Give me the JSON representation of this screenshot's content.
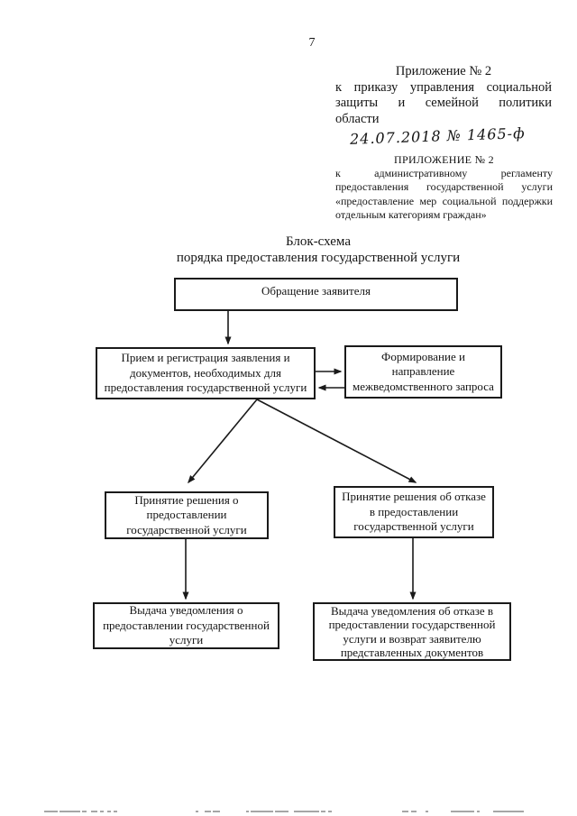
{
  "page": {
    "number": "7"
  },
  "header": {
    "appendix1": {
      "title": "Приложение № 2",
      "lines": [
        "к приказу управления социальной",
        "защиты и семейной политики",
        "области"
      ],
      "handwritten": "24.07.2018 № 1465-ф"
    },
    "appendix2": {
      "title": "ПРИЛОЖЕНИЕ № 2",
      "lines": [
        "к административному регламенту",
        "предоставления государственной услуги",
        "«предоставление мер социальной поддержки",
        "отдельным категориям граждан»"
      ]
    }
  },
  "diagram": {
    "title_line1": "Блок-схема",
    "title_line2": "порядка предоставления государственной услуги",
    "boxes": {
      "applicant": {
        "lines": [
          "Обращение заявителя"
        ]
      },
      "reception": {
        "lines": [
          "Прием и регистрация заявления и",
          "документов, необходимых для",
          "предоставления государственной услуги"
        ]
      },
      "interagency": {
        "lines": [
          "Формирование и",
          "направление",
          "межведомственного запроса"
        ]
      },
      "decision_grant": {
        "lines": [
          "Принятие решения о",
          "предоставлении",
          "государственной услуги"
        ]
      },
      "decision_refuse": {
        "lines": [
          "Принятие решения об отказе",
          "в предоставлении",
          "государственной услуги"
        ]
      },
      "notice_grant": {
        "lines": [
          "Выдача уведомления о",
          "предоставлении государственной",
          "услуги"
        ]
      },
      "notice_refuse": {
        "lines": [
          "Выдача уведомления об отказе в",
          "предоставлении государственной",
          "услуги и возврат заявителю",
          "представленных документов"
        ]
      }
    }
  },
  "colors": {
    "ink": "#1a1a1a",
    "paper": "#ffffff",
    "scan_artifact": "#a6a6a6"
  }
}
